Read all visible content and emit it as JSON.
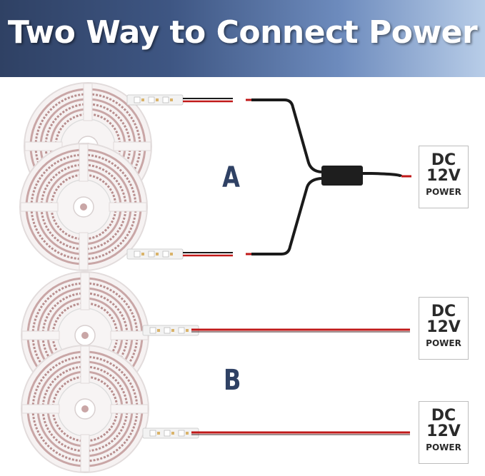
{
  "header": {
    "title": "Two Way to Connect Power"
  },
  "sections": {
    "a": {
      "label": "A"
    },
    "b": {
      "label": "B"
    }
  },
  "power_supply": {
    "line1": "DC",
    "line2": "12V",
    "line3": "POWER"
  },
  "colors": {
    "banner_dark": "#2f4164",
    "banner_light": "#b8cde8",
    "wire_red": "#c01818",
    "wire_black": "#1a1a1a",
    "strip_pink": "#c7a4a4",
    "reel_white": "#f4f4f4"
  }
}
